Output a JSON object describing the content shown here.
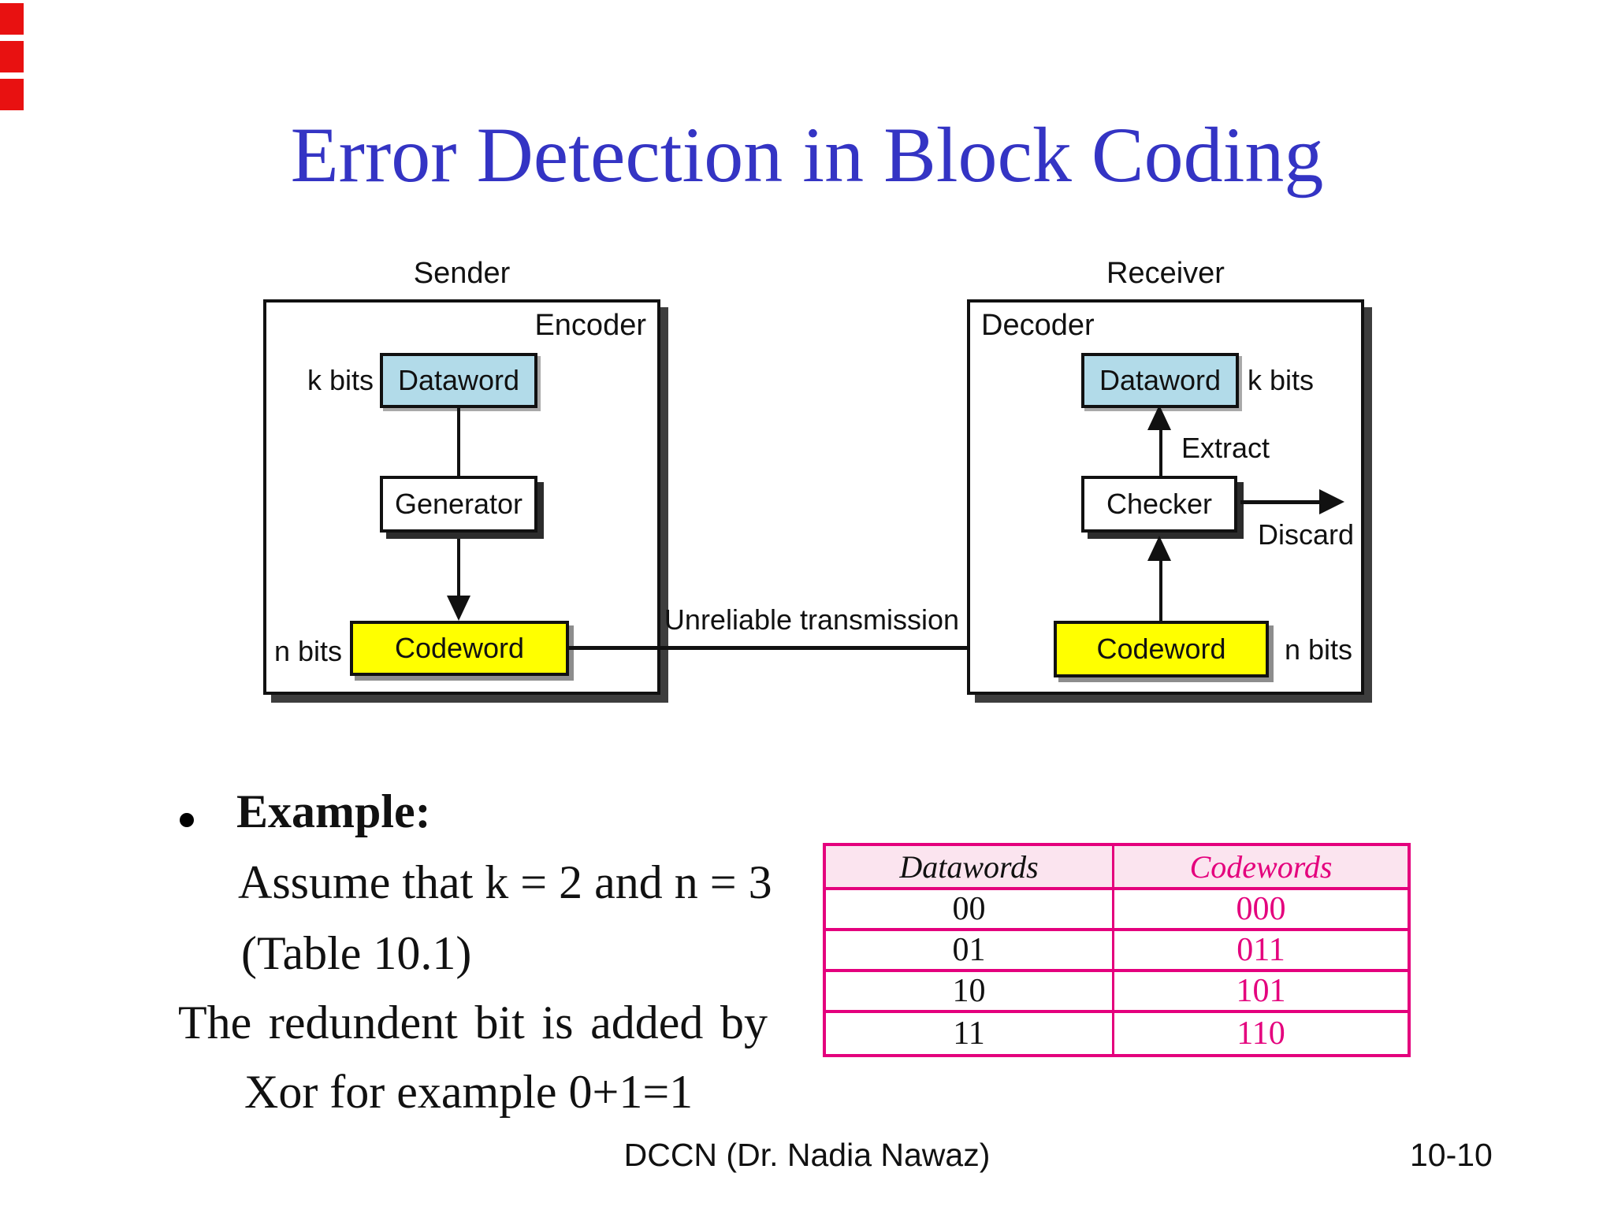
{
  "slide": {
    "title": "Error Detection in Block Coding",
    "footer_left": "DCCN (Dr. Nadia Nawaz)",
    "footer_right": "10-10"
  },
  "diagram": {
    "transmission_label": "Unreliable transmission",
    "sender": {
      "title": "Sender",
      "inner_label": "Encoder",
      "kbits_label": "k bits",
      "dataword_label": "Dataword",
      "generator_label": "Generator",
      "nbits_label": "n bits",
      "codeword_label": "Codeword"
    },
    "receiver": {
      "title": "Receiver",
      "inner_label": "Decoder",
      "dataword_label": "Dataword",
      "kbits_label": "k bits",
      "extract_label": "Extract",
      "checker_label": "Checker",
      "discard_label": "Discard",
      "codeword_label": "Codeword",
      "nbits_label": "n bits"
    }
  },
  "example": {
    "heading": "Example:",
    "lines": [
      "Assume that k = 2 and n = 3",
      "(Table 10.1)",
      "The redundent bit is added by",
      "Xor for example 0+1=1"
    ]
  },
  "table": {
    "headers": [
      "Datawords",
      "Codewords"
    ],
    "rows": [
      [
        "00",
        "000"
      ],
      [
        "01",
        "011"
      ],
      [
        "10",
        "101"
      ],
      [
        "11",
        "110"
      ]
    ]
  },
  "colors": {
    "title_blue": "#3434c4",
    "table_magenta": "#e4007d",
    "table_header_bg": "#fbe4ef",
    "dataword_fill": "#b2dbe9",
    "codeword_fill": "#ffff00",
    "red_mark": "#e81111",
    "ink": "#111111"
  }
}
